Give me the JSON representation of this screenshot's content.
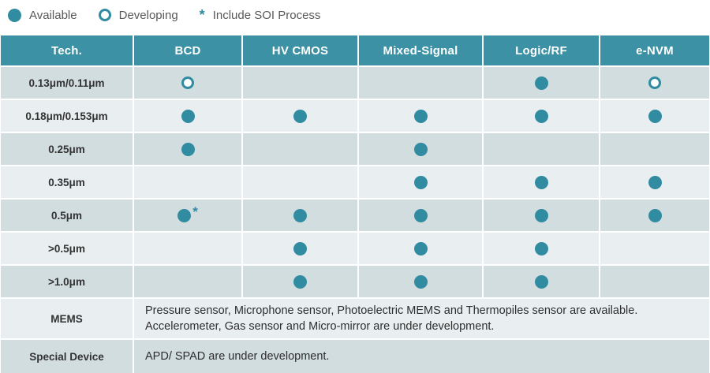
{
  "legend": {
    "available_label": "Available",
    "developing_label": "Developing",
    "soi_marker": "*",
    "soi_note": "Include SOI Process"
  },
  "colors": {
    "header_teal": "#3D91A4",
    "dot_teal": "#318CA2",
    "row_dark": "#D2DDE0",
    "row_light": "#E9EFF1",
    "header_text": "#FFFFFF",
    "label_text": "#333333",
    "legend_text": "#595959"
  },
  "chart_data": {
    "type": "table",
    "title": "",
    "legend_position": "top",
    "cell_states": [
      "available",
      "developing",
      "available_soi",
      null
    ],
    "columns": [
      "Tech.",
      "BCD",
      "HV CMOS",
      "Mixed-Signal",
      "Logic/RF",
      "e-NVM"
    ],
    "rows": [
      {
        "label": "0.13μm/0.11μm",
        "cells": [
          "developing",
          null,
          null,
          "available",
          "developing"
        ]
      },
      {
        "label": "0.18μm/0.153μm",
        "cells": [
          "available",
          "available",
          "available",
          "available",
          "available"
        ]
      },
      {
        "label": "0.25μm",
        "cells": [
          "available",
          null,
          "available",
          null,
          null
        ]
      },
      {
        "label": "0.35μm",
        "cells": [
          null,
          null,
          "available",
          "available",
          "available"
        ]
      },
      {
        "label": "0.5μm",
        "cells": [
          "available_soi",
          "available",
          "available",
          "available",
          "available"
        ]
      },
      {
        "label": ">0.5μm",
        "cells": [
          null,
          "available",
          "available",
          "available",
          null
        ]
      },
      {
        "label": ">1.0μm",
        "cells": [
          null,
          "available",
          "available",
          "available",
          null
        ]
      },
      {
        "label": "MEMS",
        "lines": [
          "Pressure sensor, Microphone sensor, Photoelectric MEMS and Thermopiles sensor are available.",
          "Accelerometer, Gas sensor and Micro-mirror are under development."
        ]
      },
      {
        "label": "Special Device",
        "lines": [
          "APD/ SPAD are under development."
        ]
      }
    ]
  }
}
